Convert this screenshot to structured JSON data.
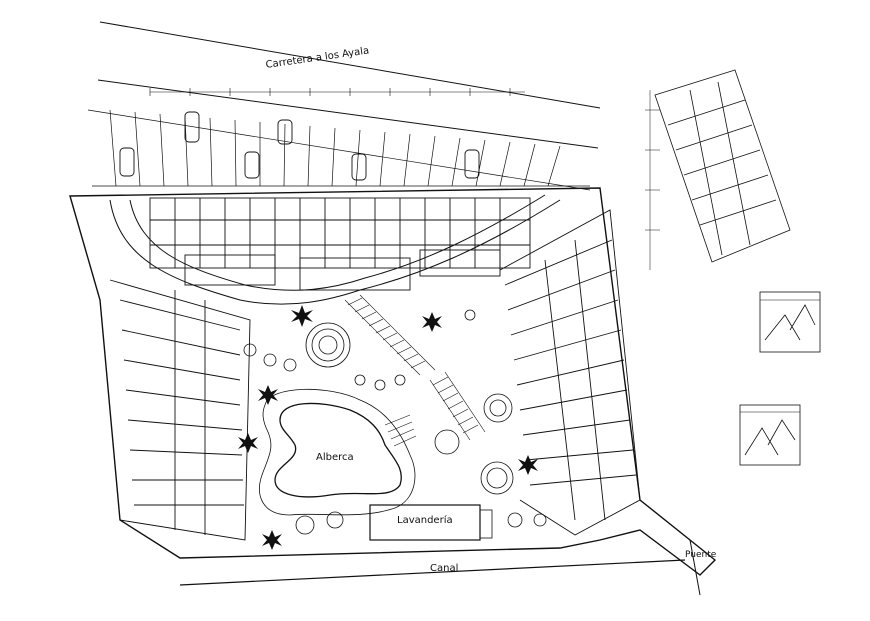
{
  "labels": {
    "road": "Carretera a los Ayala",
    "pool": "Alberca",
    "laundry": "Lavandería",
    "canal": "Canal",
    "bridge": "Puente"
  },
  "colors": {
    "ink": "#111111",
    "background": "#ffffff"
  }
}
